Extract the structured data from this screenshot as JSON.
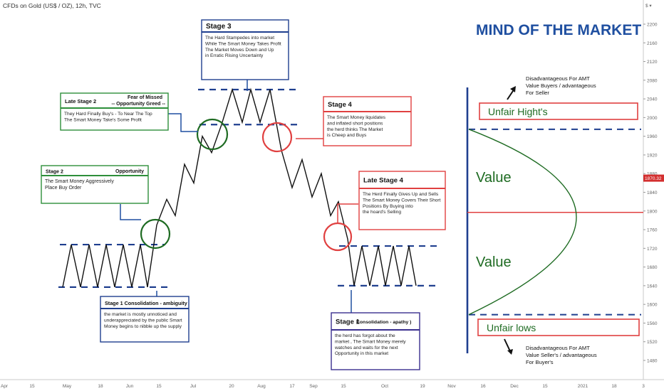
{
  "header": {
    "symbol": "CFDs on Gold (US$ / OZ), 12h, TVC"
  },
  "chart_data": {
    "type": "line",
    "title": "MIND OF THE MARKET",
    "y_axis": {
      "unit_label": "$",
      "ticks": [
        2200,
        2160,
        2120,
        2080,
        2040,
        2000,
        1960,
        1920,
        1880,
        1840,
        1800,
        1760,
        1720,
        1680,
        1640,
        1600,
        1560,
        1520,
        1480
      ],
      "current_price": "1870.32",
      "range": [
        1463,
        2222
      ]
    },
    "x_axis": {
      "ticks": [
        "Apr",
        "15",
        "May",
        "18",
        "Jun",
        "15",
        "Jul",
        "20",
        "Aug",
        "17",
        "Sep",
        "15",
        "Oct",
        "19",
        "Nov",
        "16",
        "Dec",
        "15",
        "2021",
        "18",
        "3"
      ]
    },
    "series": [
      {
        "values": [
          1637,
          1728,
          1637,
          1728,
          1637,
          1728,
          1637,
          1728,
          1637,
          1728,
          1637,
          1770,
          1825,
          1790,
          1900,
          1860,
          1960,
          1925,
          1985,
          2060,
          1990,
          2060,
          1990,
          2060,
          1930,
          1850,
          1910,
          1830,
          1880,
          1790,
          1820,
          1740,
          1640,
          1725,
          1640,
          1725,
          1640,
          1725,
          1640,
          1725,
          1640
        ]
      }
    ],
    "levels": {
      "stage1_support": 1637,
      "stage1_resistance": 1728,
      "stage3_top": 2060,
      "stage3_bottom": 1985,
      "stage1b_resistance": 1725,
      "stage1b_support": 1640,
      "value_upper": 1975,
      "value_mid": 1797,
      "value_lower": 1578
    },
    "boxes": [
      {
        "title": "Stage 3",
        "title_right": "",
        "color": "#1f3f8f",
        "lines": [
          "The Hard Stampedes into market",
          "While The Smart Money Takes Profit",
          "The Market Moves Down and Up",
          "in Erratic Rising Uncertainty"
        ]
      },
      {
        "title": "Late Stage 2",
        "title_right": "Fear  of Missed",
        "title_right2": "-- Opportunity Greed --",
        "color": "#2d8f3a",
        "lines": [
          "They Hard Finally Buy's - To Near The Top",
          "The Smart Money Take's Some Profit"
        ]
      },
      {
        "title": "Stage 2",
        "title_right": "Opportunity",
        "color": "#2d8f3a",
        "lines": [
          "The Smart Money Aggressively",
          "Place Buy Order"
        ]
      },
      {
        "title": "Stage 1  Consolidation - ambiguity",
        "title_right": "",
        "color": "#1f3f8f",
        "lines": [
          "the market is mostly unnoticed and",
          "underappreciated by the public Smart",
          "Money begins to nibble up the supply"
        ]
      },
      {
        "title": "Stage 4",
        "title_right": "",
        "color": "#e04040",
        "lines": [
          "The Smart Money liquidates",
          "and inflated short positions",
          "the herd thinks The Market",
          "is Cheep and Buys"
        ]
      },
      {
        "title": "Late Stage 4",
        "title_right": "",
        "color": "#e04040",
        "lines": [
          "The Herd Finally Gives Up and Sells",
          "The Smart Money Covers Their Short",
          "Positions By Buying into",
          "the hoard's Selling"
        ]
      },
      {
        "title": "Stage 1",
        "title_small": "Consolidation - apathy )",
        "color": "#3a2f8f",
        "lines": [
          "the herd has forgot  about the",
          "market , The Smart Money merely",
          "watches and waits  for the next",
          "Opportunity in this market"
        ]
      }
    ],
    "value_area": {
      "unfair_high": "Unfair  Hight's",
      "unfair_low": "Unfair  lows",
      "value_label": "Value",
      "note_top": [
        "Disadvantageous For AMT",
        "Value Buyers / advantageous",
        "For Seller"
      ],
      "note_bottom": [
        "Disadvantageous For AMT",
        "Value Seller's / advantageous",
        "For Buyer's"
      ]
    },
    "colors": {
      "navy": "#1f3f8f",
      "green": "#1e6b22",
      "red": "#e04040",
      "line": "#111111",
      "price_tag": "#d32f2f"
    }
  }
}
